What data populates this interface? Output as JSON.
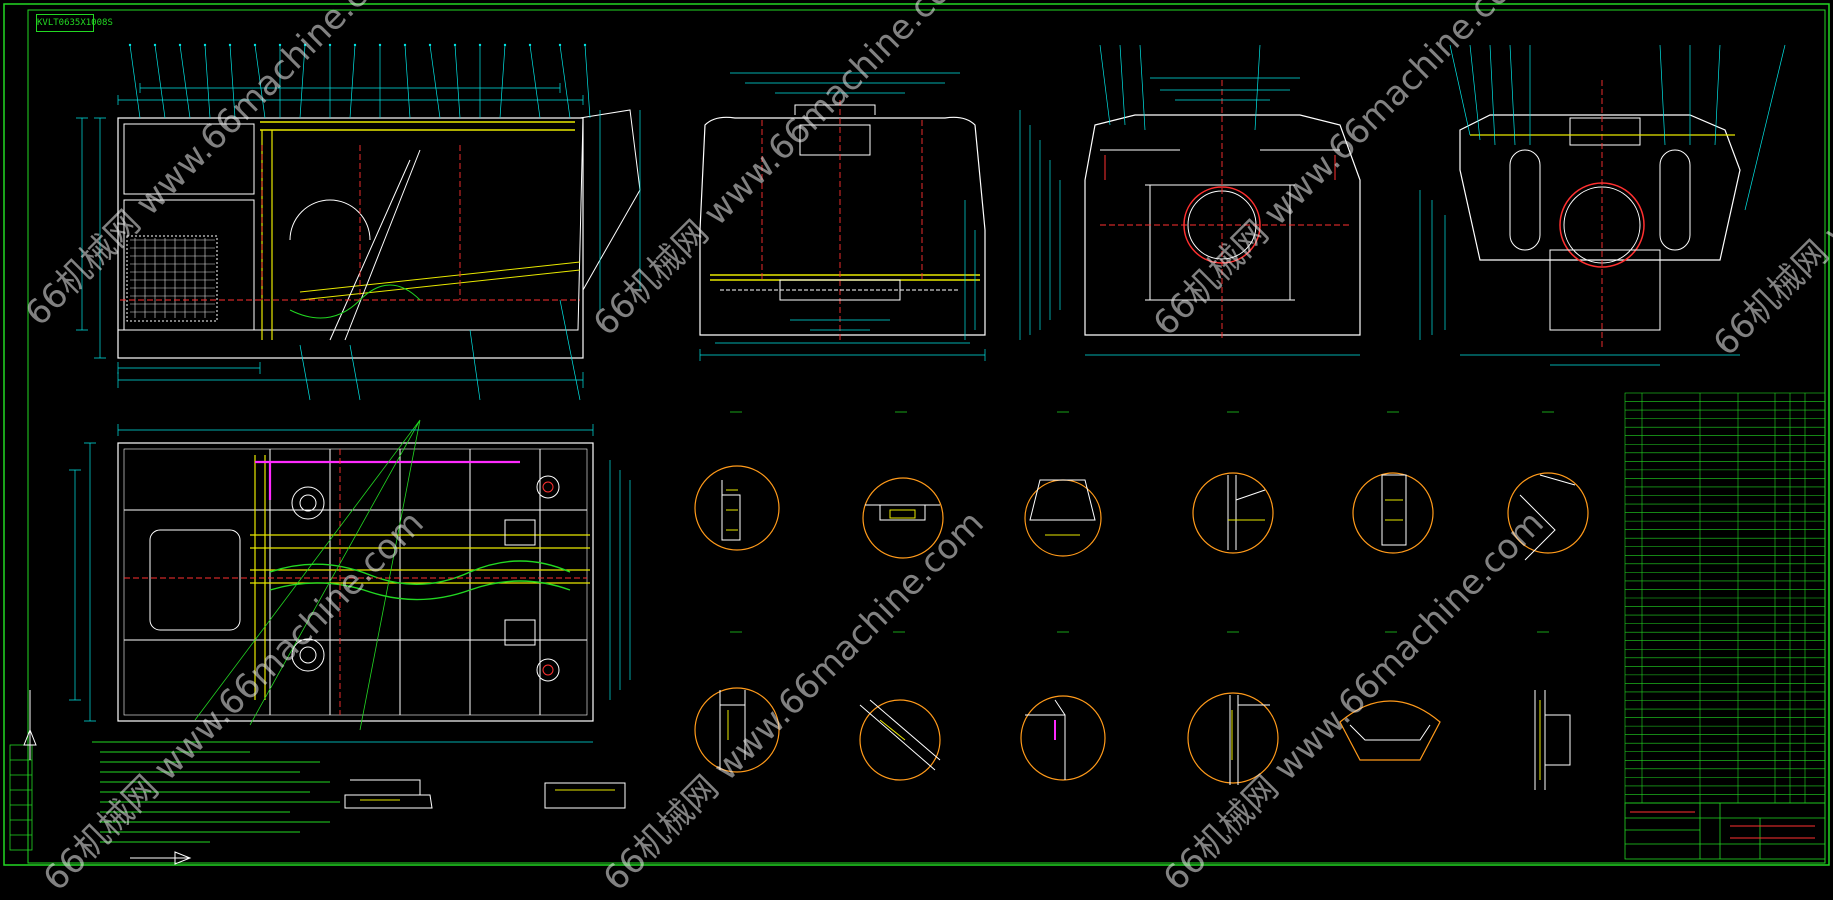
{
  "drawing": {
    "stamp_code": "KVLT0635X1008S",
    "colors": {
      "background": "#000000",
      "frame": "#22d722",
      "outline": "#ffffff",
      "dimension": "#00e5e5",
      "yellow": "#e8e800",
      "red": "#ff3030",
      "magenta": "#ff2aff",
      "detail_circle": "#ff9a1a"
    },
    "sections": {
      "top_row_labels": [
        "C",
        "D",
        "E",
        "F",
        "G",
        "H"
      ],
      "bottom_row_labels": [
        "J",
        "K",
        "L",
        "M",
        "N",
        "P"
      ]
    },
    "parts_list_rows": 48
  },
  "watermark": {
    "text": "66机械网 www.66machine.com"
  }
}
